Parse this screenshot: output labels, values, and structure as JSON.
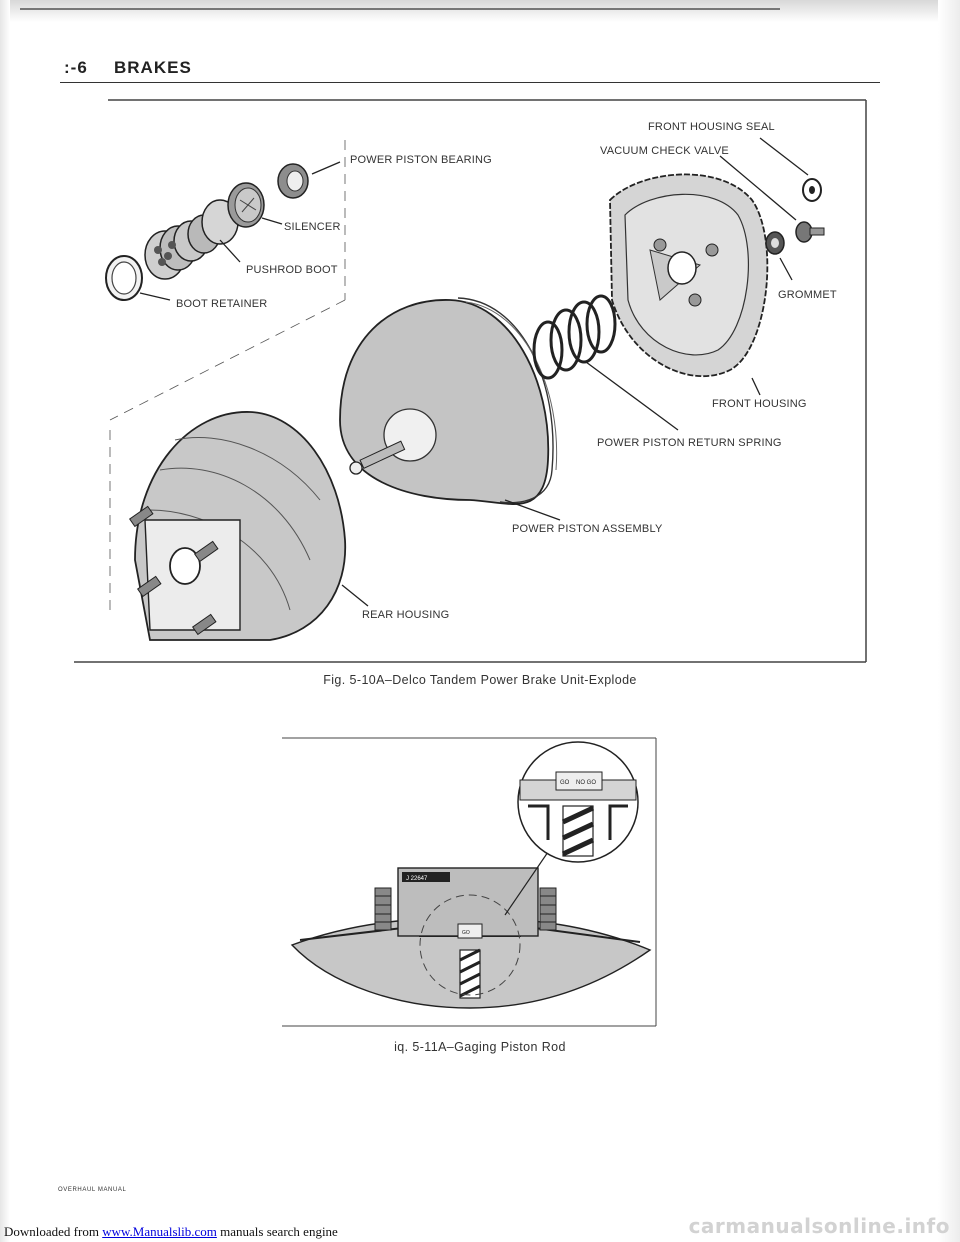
{
  "header": {
    "page_number": ":-6",
    "section_title": "BRAKES"
  },
  "figure1": {
    "labels": {
      "power_piston_bearing": "POWER PISTON BEARING",
      "silencer": "SILENCER",
      "pushrod_boot": "PUSHROD BOOT",
      "boot_retainer": "BOOT RETAINER",
      "front_housing_seal": "FRONT HOUSING SEAL",
      "vacuum_check_valve": "VACUUM CHECK VALVE",
      "grommet": "GROMMET",
      "front_housing": "FRONT HOUSING",
      "power_piston_return_spring": "POWER PISTON RETURN SPRING",
      "power_piston_assembly": "POWER PISTON ASSEMBLY",
      "rear_housing": "REAR HOUSING"
    },
    "caption": "Fig. 5-10A–Delco Tandem Power Brake Unit-Explode"
  },
  "figure2": {
    "gauge_label": "J 22647",
    "go_mark": "GO",
    "no_go_mark": "NO GO",
    "caption": "iq. 5-11A–Gaging Piston Rod"
  },
  "footer": {
    "note": "OVERHAUL MANUAL"
  },
  "download_bar": {
    "prefix": "Downloaded from ",
    "link_text": "www.Manualslib.com",
    "suffix": " manuals search engine"
  },
  "watermark": "carmanualsonline.info"
}
